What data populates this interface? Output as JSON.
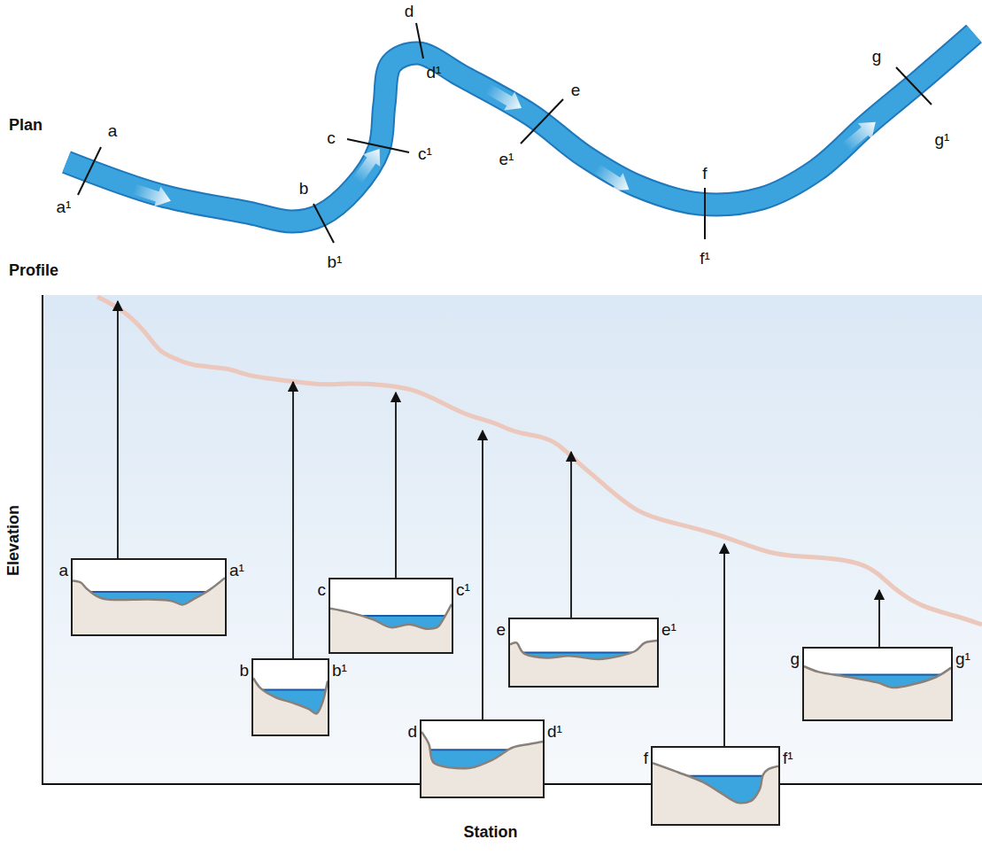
{
  "diagram": {
    "nodes": [
      {
        "text": [
          "a",
          "a¹"
        ]
      },
      {
        "text": [
          "b",
          "b¹"
        ]
      },
      {
        "text": [
          "c",
          "c¹"
        ]
      },
      {
        "text": [
          "d",
          "d¹"
        ]
      },
      {
        "text": [
          "e",
          "e¹"
        ]
      },
      {
        "text": [
          "f",
          "f¹"
        ]
      },
      {
        "text": [
          "g",
          "g¹"
        ]
      }
    ],
    "labels": [
      "Plan",
      "a",
      "a¹",
      "b",
      "b¹",
      "c",
      "c¹",
      "d",
      "d¹",
      "e",
      "e¹",
      "f",
      "f¹",
      "g",
      "g¹",
      "Profile",
      "Elevation",
      "Station"
    ]
  }
}
